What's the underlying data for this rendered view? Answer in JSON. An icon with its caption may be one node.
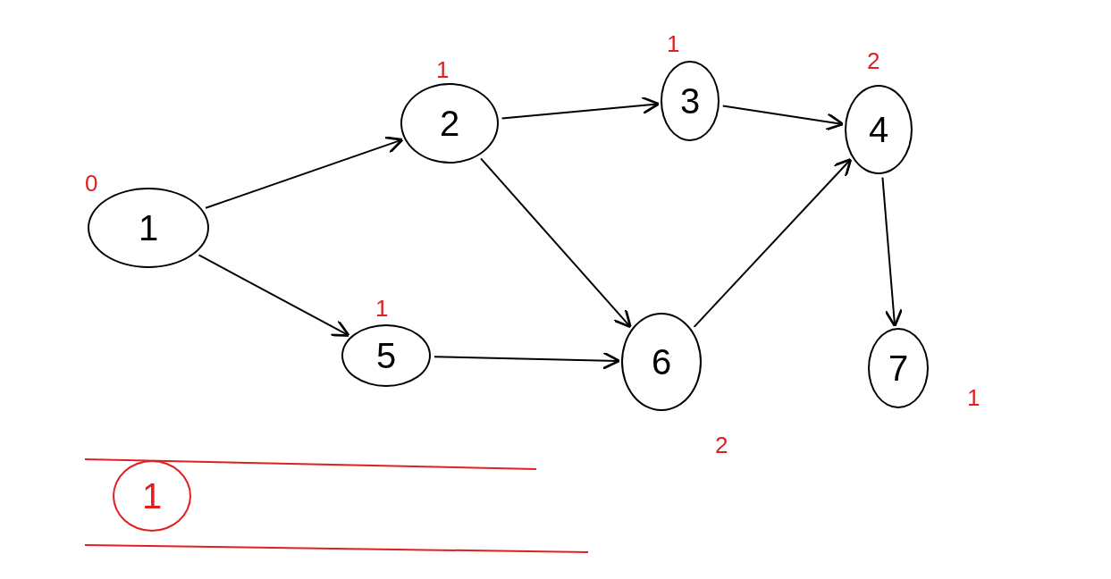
{
  "diagram": {
    "nodes": [
      {
        "text": [
          "1"
        ],
        "beside": [
          "0"
        ]
      },
      {
        "text": [
          "2"
        ],
        "beside": [
          "1"
        ]
      },
      {
        "text": [
          "3"
        ],
        "beside": [
          "1"
        ]
      },
      {
        "text": [
          "4"
        ],
        "beside": [
          "2"
        ]
      },
      {
        "text": [
          "5"
        ],
        "beside": [
          "1"
        ]
      },
      {
        "text": [
          "6"
        ],
        "beside": [
          "2"
        ]
      },
      {
        "text": [
          "7"
        ],
        "beside": [
          "1"
        ]
      },
      {
        "text": [
          "1"
        ]
      }
    ],
    "edges": [
      {
        "from": 0,
        "to": 1,
        "arrow": "to"
      },
      {
        "from": 0,
        "to": 4,
        "arrow": "to"
      },
      {
        "from": 1,
        "to": 2,
        "arrow": "to"
      },
      {
        "from": 2,
        "to": 3,
        "arrow": "to"
      },
      {
        "from": 1,
        "to": 5,
        "arrow": "to"
      },
      {
        "from": 4,
        "to": 5,
        "arrow": "to"
      },
      {
        "from": 5,
        "to": 3,
        "arrow": "to"
      },
      {
        "from": 3,
        "to": 6,
        "arrow": "to"
      }
    ]
  }
}
